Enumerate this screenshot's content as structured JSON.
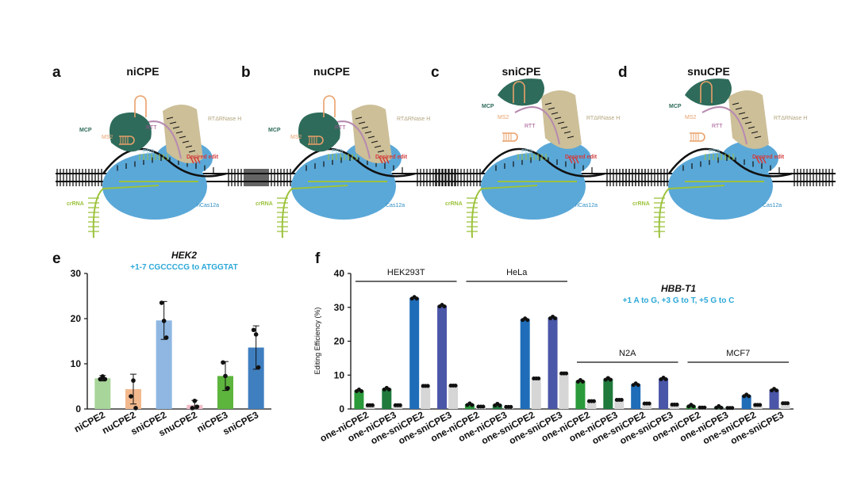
{
  "colors": {
    "cas": "#5aa8d8",
    "mcp": "#2e6b5a",
    "rt": "#cdbf98",
    "ms2": "#e9a06a",
    "crrna": "#9cc23c",
    "edit": "#d23b3b",
    "dna": "#111111"
  },
  "schematic": {
    "panels": [
      {
        "letter": "a",
        "title": "niCPE",
        "mcp": "MCP",
        "ms2": "MS2",
        "rtt": "RTT",
        "rt": "RTΔRNase H",
        "pbs": "PBS",
        "desired": "Desired edit",
        "crrna": "crRNA",
        "cas": "nCas12a"
      },
      {
        "letter": "b",
        "title": "nuCPE",
        "mcp": "MCP",
        "ms2": "MS2",
        "rtt": "RTT",
        "rt": "RTΔRNase H",
        "pbs": "PBS",
        "desired": "Desired edit",
        "crrna": "crRNA",
        "cas": "Cas12a"
      },
      {
        "letter": "c",
        "title": "sniCPE",
        "mcp": "MCP",
        "ms2": "MS2",
        "rtt": "RTT",
        "rt": "RTΔRNase H",
        "pbs": "PBS",
        "desired": "Desired edit",
        "crrna": "crRNA",
        "cas": "nCas12a"
      },
      {
        "letter": "d",
        "title": "snuCPE",
        "mcp": "MCP",
        "ms2": "MS2",
        "rtt": "RTT",
        "rt": "RTΔRNase H",
        "pbs": "PBS",
        "desired": "Desired edit",
        "crrna": "crRNA",
        "cas": "Cas12a"
      }
    ]
  },
  "chart_data": [
    {
      "panel": "e",
      "type": "bar",
      "title": "HEK2",
      "subtitle": "+1-7 CGCCCCG to ATGGTAT",
      "categories": [
        "niCPE2",
        "nuCPE2",
        "sniCPE2",
        "snuCPE2",
        "niCPE3",
        "sniCPE3"
      ],
      "values": [
        6.8,
        4.4,
        19.6,
        0.9,
        7.3,
        13.6
      ],
      "errors": [
        0.6,
        3.3,
        4.2,
        1.0,
        3.2,
        4.8
      ],
      "points": [
        [
          6.6,
          7.2,
          6.6
        ],
        [
          2.8,
          6.3,
          0.2
        ],
        [
          23.5,
          19.5,
          15.8
        ],
        [
          0.2,
          1.8,
          0.5
        ],
        [
          10.3,
          7.3,
          4.6
        ],
        [
          17.5,
          16.5,
          9.2
        ]
      ],
      "colors": [
        "#a8d69a",
        "#f2b98e",
        "#8fb7e2",
        "#f2bcc8",
        "#5db53d",
        "#3f7fc0"
      ],
      "ylim": [
        0,
        30
      ],
      "yticks": [
        0,
        10,
        20,
        30
      ]
    },
    {
      "panel": "f",
      "type": "bar",
      "title": "HBB-T1",
      "subtitle": "+1 A to G, +3 G to T, +5 G to C",
      "ylabel": "Editing Efficiency (%)",
      "ylim": [
        0,
        40
      ],
      "yticks": [
        0,
        10,
        20,
        30,
        40
      ],
      "cell_lines": [
        "HEK293T",
        "HeLa",
        "N2A",
        "MCF7"
      ],
      "categories": [
        "one-niCPE2",
        "one-niCPE3",
        "one-sniCPE2",
        "one-sniCPE3",
        "one-niCPE2",
        "one-niCPE3",
        "one-sniCPE2",
        "one-sniCPE3",
        "one-niCPE2",
        "one-niCPE3",
        "one-sniCPE2",
        "one-sniCPE3",
        "one-niCPE2",
        "one-niCPE3",
        "one-sniCPE2",
        "one-sniCPE3"
      ],
      "series": [
        {
          "values": [
            5.5,
            6.0,
            32.8,
            30.5,
            1.4,
            1.3,
            26.5,
            27.0,
            8.3,
            8.9,
            7.3,
            9.0,
            1.0,
            0.6,
            4.0,
            5.7
          ]
        },
        {
          "values": [
            1.1,
            1.1,
            6.8,
            6.9,
            0.7,
            0.6,
            9.0,
            10.5,
            2.3,
            2.7,
            1.6,
            1.3,
            0.4,
            0.3,
            1.2,
            1.7
          ]
        }
      ],
      "bar_colors": [
        "#2a9a3a",
        "#1f7a3c",
        "#1f6db8",
        "#4a56a8",
        "#2a9a3a",
        "#1f7a3c",
        "#1f6db8",
        "#4a56a8",
        "#2a9a3a",
        "#1f7a3c",
        "#1f6db8",
        "#4a56a8",
        "#2a9a3a",
        "#1f7a3c",
        "#1f6db8",
        "#4a56a8"
      ],
      "control_color": "#d6d6d6"
    }
  ]
}
